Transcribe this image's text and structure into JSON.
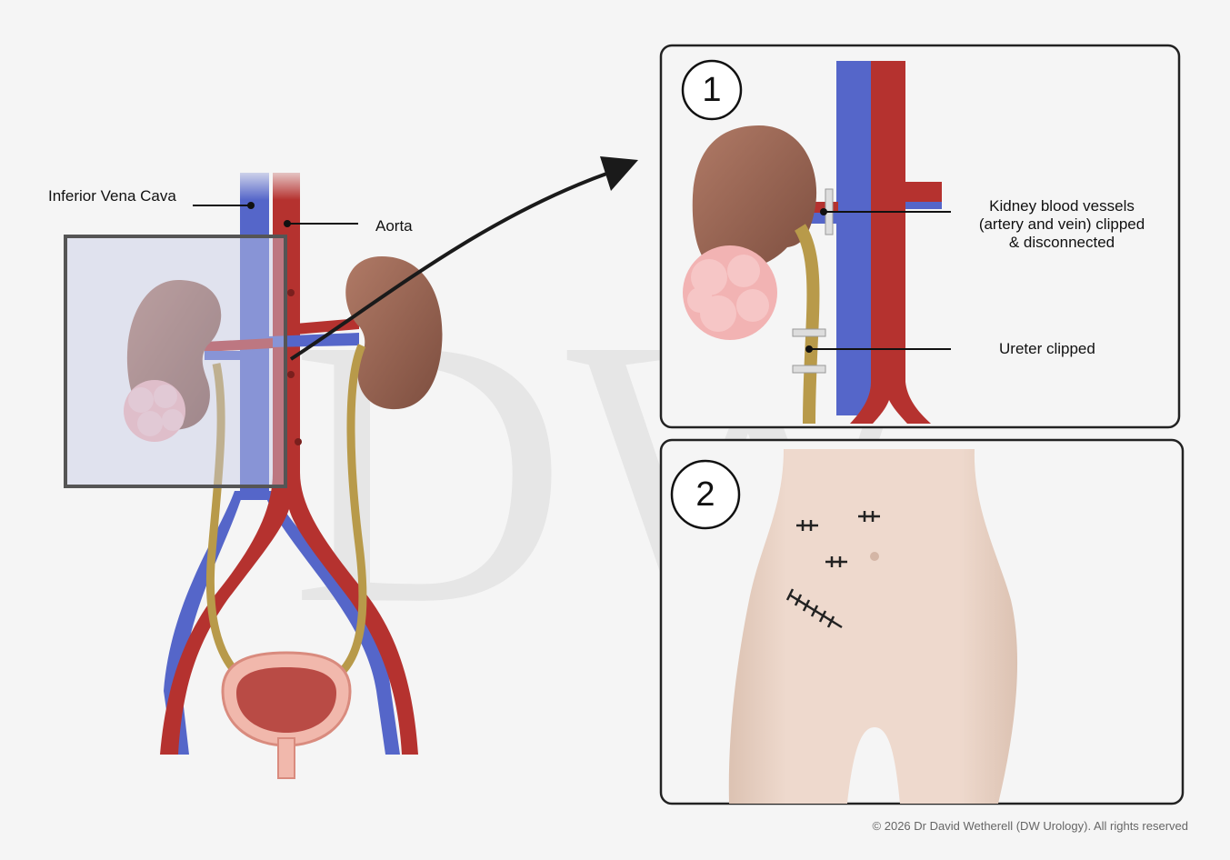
{
  "labels": {
    "ivc": "Inferior Vena Cava",
    "aorta": "Aorta",
    "vessels_line1": "Kidney blood vessels",
    "vessels_line2": "(artery and vein) clipped",
    "vessels_line3": "& disconnected",
    "ureter": "Ureter clipped"
  },
  "panels": {
    "step1": "1",
    "step2": "2"
  },
  "watermark": "DW",
  "copyright": "© 2026 Dr David Wetherell (DW Urology). All rights reserved",
  "colors": {
    "artery": "#b5322f",
    "vein": "#5566c9",
    "kidney": "#9a6553",
    "tumour": "#f2b3b3",
    "ureter": "#b89a4a",
    "skin": "#ecd8cc",
    "highlight_box": "#c7cde6"
  }
}
